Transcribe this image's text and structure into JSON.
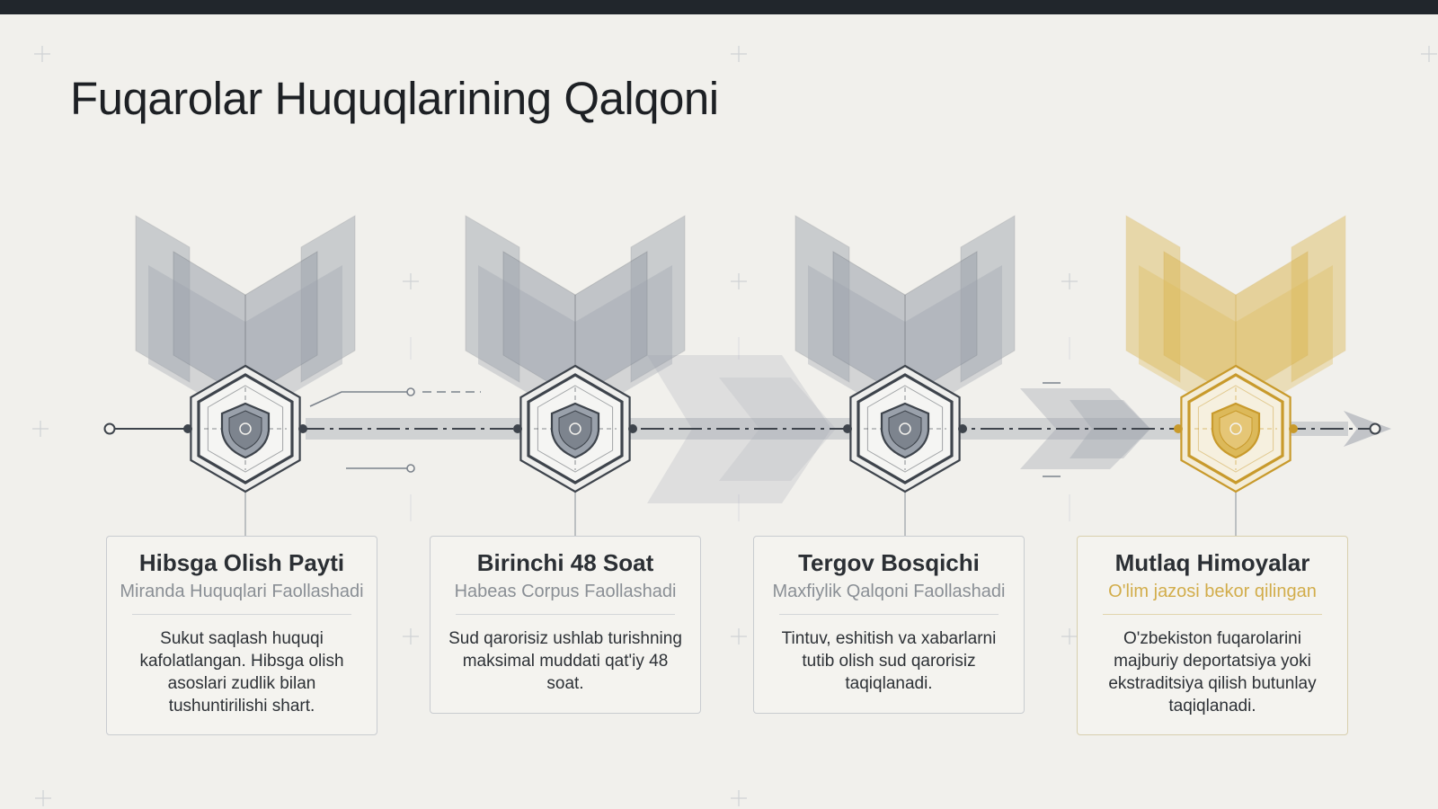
{
  "title": "Fuqarolar Huquqlarining Qalqoni",
  "colors": {
    "steel": "#9aa1ab",
    "steel_dark": "#3e444c",
    "gold": "#dcb95a",
    "gold_dark": "#c89a2c",
    "background": "#f1f0ec"
  },
  "icons": [
    "shield-icon",
    "hexagon-badge-icon",
    "chevron-banner-icon",
    "timeline-arrow-icon"
  ],
  "stages": [
    {
      "title": "Hibsga Olish Payti",
      "subtitle": "Miranda Huquqlari Faollashadi",
      "body": "Sukut saqlash huquqi kafolatlangan. Hibsga olish asoslari zudlik bilan tushuntirilishi shart.",
      "accent": "steel"
    },
    {
      "title": "Birinchi 48 Soat",
      "subtitle": "Habeas Corpus Faollashadi",
      "body": "Sud qarorisiz ushlab turishning maksimal muddati qat'iy 48 soat.",
      "accent": "steel"
    },
    {
      "title": "Tergov Bosqichi",
      "subtitle": "Maxfiylik Qalqoni Faollashadi",
      "body": "Tintuv, eshitish va xabarlarni tutib olish sud qarorisiz taqiqlanadi.",
      "accent": "steel"
    },
    {
      "title": "Mutlaq Himoyalar",
      "subtitle": "O'lim jazosi bekor qilingan",
      "body": "O'zbekiston fuqarolarini majburiy deportatsiya yoki ekstraditsiya qilish butunlay taqiqlanadi.",
      "accent": "gold"
    }
  ]
}
